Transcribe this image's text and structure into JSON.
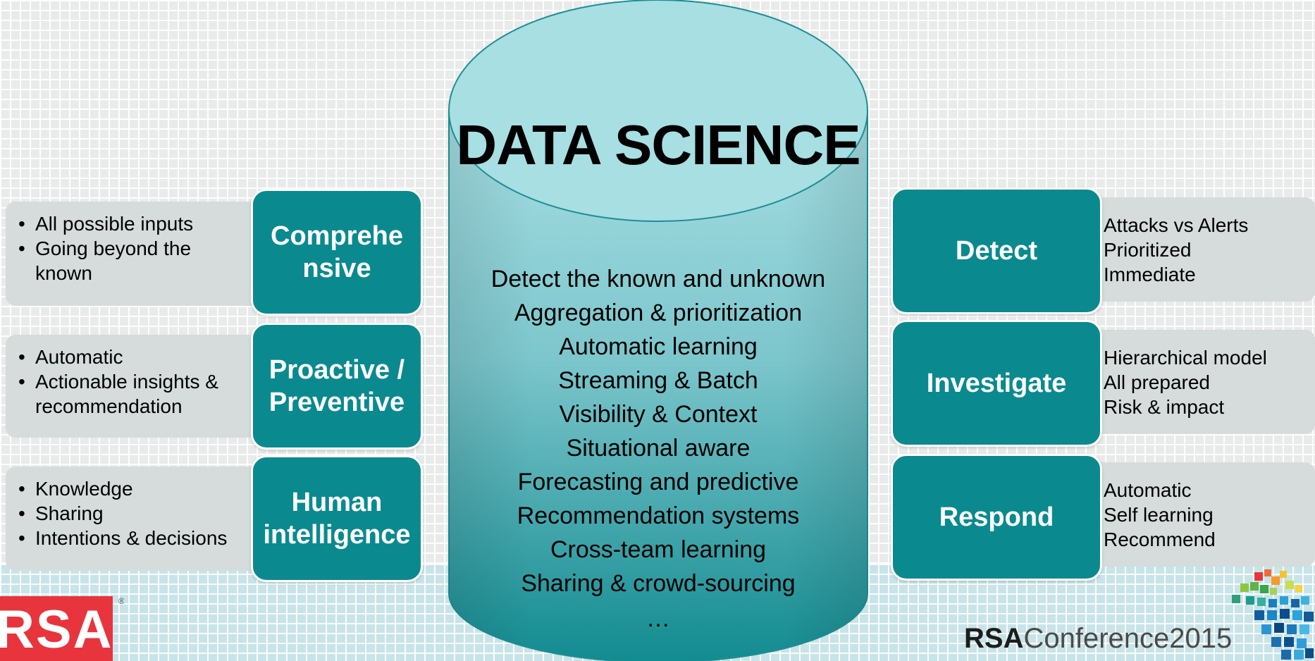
{
  "center": {
    "title": "DATA SCIENCE",
    "items": [
      "Detect the known and unknown",
      "Aggregation & prioritization",
      "Automatic learning",
      "Streaming & Batch",
      "Visibility & Context",
      "Situational aware",
      "Forecasting and predictive",
      "Recommendation systems",
      "Cross-team learning",
      "Sharing & crowd-sourcing"
    ],
    "ellipsis": "…"
  },
  "left": [
    {
      "label_lines": [
        "Comprehe",
        "nsive"
      ],
      "bullets": [
        [
          "All possible inputs"
        ],
        [
          "Going beyond the",
          "known"
        ]
      ]
    },
    {
      "label_lines": [
        "Proactive /",
        "Preventive"
      ],
      "bullets": [
        [
          "Automatic"
        ],
        [
          "Actionable insights &",
          "recommendation"
        ]
      ]
    },
    {
      "label_lines": [
        "Human",
        "intelligence"
      ],
      "bullets": [
        [
          "Knowledge"
        ],
        [
          "Sharing"
        ],
        [
          "Intentions & decisions"
        ]
      ]
    }
  ],
  "right": [
    {
      "label": "Detect",
      "bullets": [
        "Attacks vs Alerts",
        "Prioritized",
        "Immediate"
      ]
    },
    {
      "label": "Investigate",
      "bullets": [
        "Hierarchical model",
        "All prepared",
        "Risk & impact"
      ]
    },
    {
      "label": "Respond",
      "bullets": [
        "Automatic",
        "Self learning",
        "Recommend"
      ]
    }
  ],
  "branding": {
    "logo_text": "RSA",
    "registered_mark": "®",
    "conference_rsa": "RSA",
    "conference_name": "Conference2015"
  },
  "colors": {
    "box_teal": "#0a8a8f",
    "panel_gray": "#d5dcdb",
    "cylinder_top": "#a7dfe3",
    "cylinder_bottom": "#128b90",
    "rsa_red": "#e8343c"
  }
}
